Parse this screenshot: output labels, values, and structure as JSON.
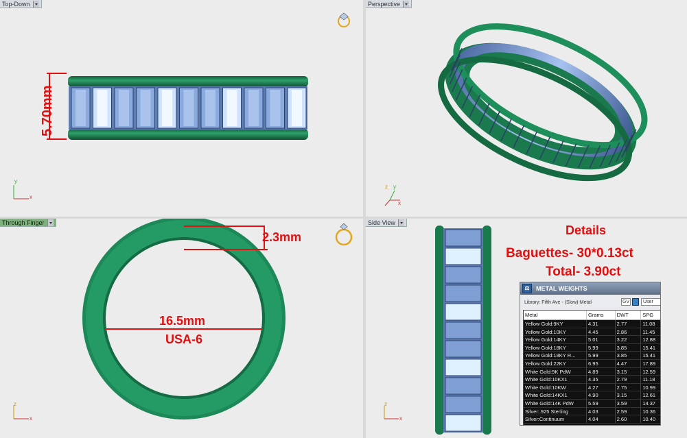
{
  "viewports": {
    "top_left": {
      "label": "Top-Down"
    },
    "top_right": {
      "label": "Perspective"
    },
    "bottom_left": {
      "label": "Through Finger"
    },
    "bottom_right": {
      "label": "Side View"
    }
  },
  "annotations": {
    "height": "5.70mm",
    "width": "2.3mm",
    "diameter": "16.5mm",
    "size": "USA-6"
  },
  "details": {
    "title": "Details",
    "baguettes": "Baguettes- 30*0.13ct",
    "total": "Total- 3.90ct"
  },
  "axes": {
    "x": "x",
    "y": "y",
    "z": "z"
  },
  "metal_weights": {
    "title": "METAL WEIGHTS",
    "library": "Library: Fifth Ave - (Slow)-Metal",
    "gv": "GV",
    "user": "User",
    "headers": [
      "Metal",
      "Grams",
      "DWT",
      "SPG"
    ],
    "rows": [
      [
        "Yellow Gold:9KY",
        "4.31",
        "2.77",
        "11.08"
      ],
      [
        "Yellow Gold:10KY",
        "4.45",
        "2.86",
        "11.45"
      ],
      [
        "Yellow Gold:14KY",
        "5.01",
        "3.22",
        "12.88"
      ],
      [
        "Yellow Gold:18KY",
        "5.99",
        "3.85",
        "15.41"
      ],
      [
        "Yellow Gold:18KY R...",
        "5.99",
        "3.85",
        "15.41"
      ],
      [
        "Yellow Gold:22KY",
        "6.95",
        "4.47",
        "17.89"
      ],
      [
        "White Gold:9K PdW",
        "4.89",
        "3.15",
        "12.59"
      ],
      [
        "White Gold:10KX1",
        "4.35",
        "2.79",
        "11.18"
      ],
      [
        "White Gold:10KW",
        "4.27",
        "2.75",
        "10.99"
      ],
      [
        "White Gold:14KX1",
        "4.90",
        "3.15",
        "12.61"
      ],
      [
        "White Gold:14K PdW",
        "5.59",
        "3.59",
        "14.37"
      ],
      [
        "Silver:.925 Sterling",
        "4.03",
        "2.59",
        "10.36"
      ],
      [
        "Silver:Continuum",
        "4.04",
        "2.60",
        "10.40"
      ]
    ]
  },
  "colors": {
    "metal": "#1f8a5a",
    "stone": "#8fb0e6",
    "annotation": "#e01010"
  }
}
